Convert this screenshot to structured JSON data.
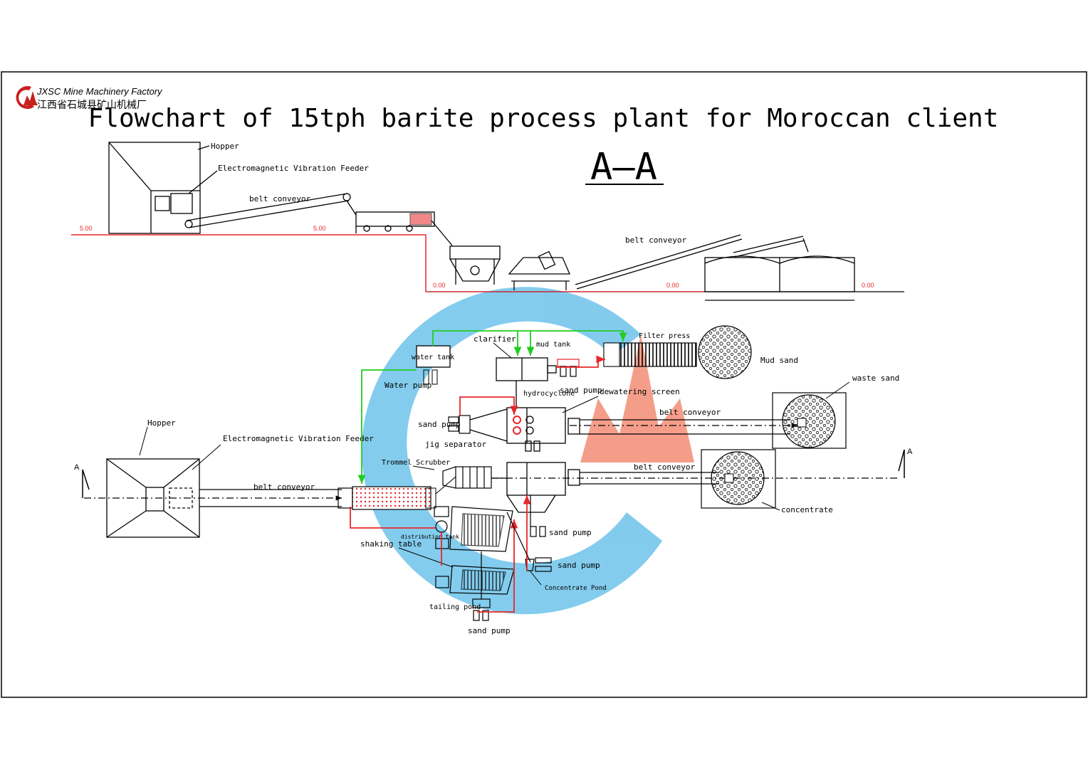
{
  "colors": {
    "line": "#000000",
    "red": "#e8262a",
    "green": "#22cc22",
    "watermark_blue": "#4fb6e6",
    "watermark_red": "#f0765a",
    "background": "#ffffff"
  },
  "brand": {
    "name_en": "JXSC Mine Machinery Factory",
    "name_cn": "江西省石城县矿山机械厂",
    "logo_icon": "jxsc-logo-icon"
  },
  "title": "Flowchart of 15tph barite process plant for Moroccan client",
  "section_label": "A—A",
  "section_marker": "A",
  "elevation": {
    "high": "5.00",
    "low": "0.00"
  },
  "elevation_view": {
    "hopper": "Hopper",
    "feeder": "Electromagnetic Vibration Feeder",
    "belt_conveyor_1": "belt conveyor",
    "belt_conveyor_2": "belt conveyor"
  },
  "plan_view": {
    "hopper": "Hopper",
    "feeder": "Electromagnetic Vibration Feeder",
    "belt_conveyor_main": "belt conveyor",
    "trommel_scrubber": "Trommel Scrubber",
    "jig_separator": "jig separator",
    "water_tank": "water tank",
    "water_pump": "Water pump",
    "clarifier": "clarifier",
    "mud_tank": "mud tank",
    "filter_press": "Filter press",
    "mud_sand": "Mud sand",
    "sand_pump_clarifier": "sand pump",
    "hydrocyclone": "hydrocyclone",
    "dewatering_screen": "dewatering screen",
    "belt_conveyor_upper": "belt conveyor",
    "waste_sand": "waste sand",
    "sand_pump_left": "sand pump",
    "belt_conveyor_lower": "belt conveyor",
    "concentrate": "concentrate",
    "distribution_tank": "distribution tank",
    "shaking_table": "shaking table",
    "sand_pump_mid": "sand pump",
    "sand_pump_right": "sand pump",
    "concentrate_pond": "Concentrate Pond",
    "tailing_pond": "tailing pond",
    "sand_pump_bottom": "sand pump"
  }
}
